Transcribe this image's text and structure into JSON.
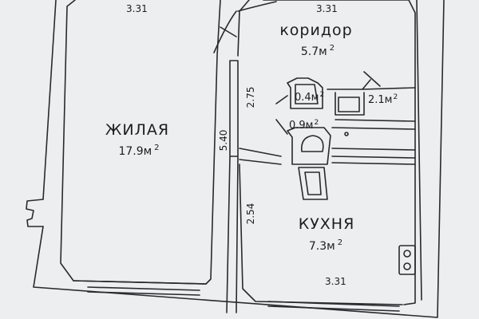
{
  "plan": {
    "rooms": {
      "living": {
        "name": "ЖИЛАЯ",
        "area": "17.9м",
        "unit_sup": "2"
      },
      "corridor": {
        "name": "коридор",
        "area": "5.7м",
        "unit_sup": "2"
      },
      "kitchen": {
        "name": "КУХНЯ",
        "area": "7.3м",
        "unit_sup": "2"
      },
      "small_1": {
        "area": "0.4м",
        "unit_sup": "2"
      },
      "small_2": {
        "area": "0.9м",
        "unit_sup": "2"
      },
      "storage": {
        "area": "2.1м",
        "unit_sup": "2"
      }
    },
    "dimensions": {
      "living_top": "3.31",
      "corridor_top": "3.31",
      "kitchen_bottom": "3.31",
      "partition_height": "5.40",
      "corridor_side": "2.75",
      "kitchen_side": "2.54"
    },
    "colors": {
      "background": "#eceef0",
      "line": "#2a2a2e"
    }
  }
}
